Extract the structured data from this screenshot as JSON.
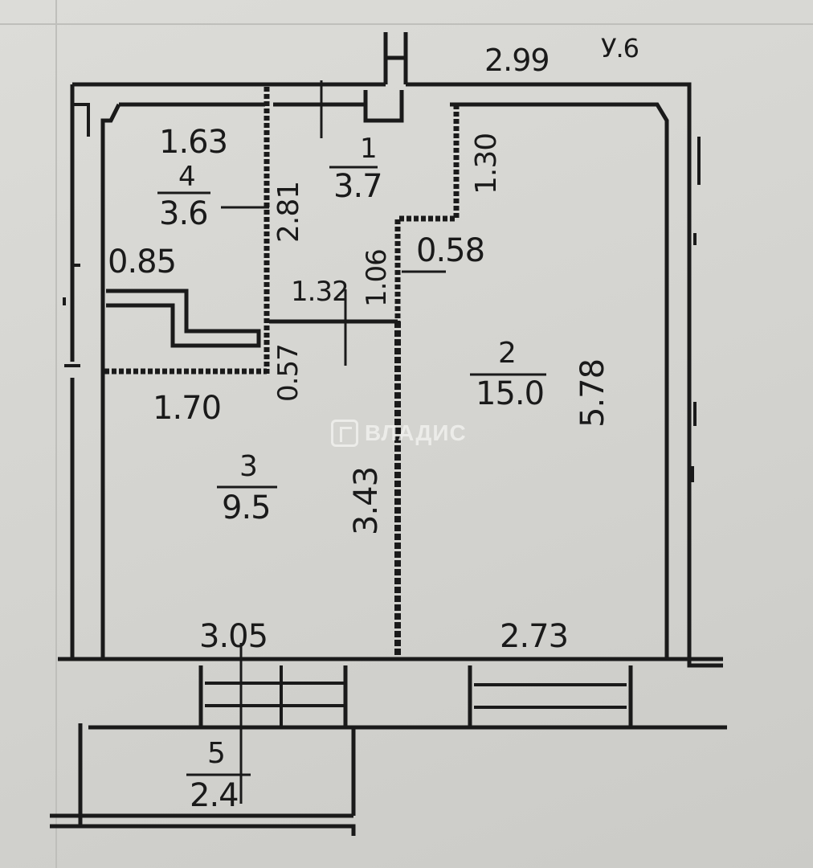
{
  "plan": {
    "top_labels": {
      "width_top": "2.99",
      "axis_mark": "У.6"
    },
    "rooms": [
      {
        "number": "1",
        "area": "3.7"
      },
      {
        "number": "2",
        "area": "15.0"
      },
      {
        "number": "3",
        "area": "9.5"
      },
      {
        "number": "4",
        "area": "3.6"
      },
      {
        "number": "5",
        "area": "2.4"
      }
    ],
    "dimensions": {
      "d_1_63": "1.63",
      "d_2_81": "2.81",
      "d_1_30": "1.30",
      "d_0_58": "0.58",
      "d_1_06": "1.06",
      "d_0_85": "0.85",
      "d_1_32": "1.32",
      "d_0_57": "0.57",
      "d_1_70": "1.70",
      "d_5_78": "5.78",
      "d_3_43": "3.43",
      "d_3_05": "3.05",
      "d_2_73": "2.73"
    }
  },
  "watermark": "ВЛАДИС",
  "colors": {
    "ink": "#1a1a1a",
    "paper": "#d9d9d5",
    "wall_fill": "#ffffff"
  }
}
